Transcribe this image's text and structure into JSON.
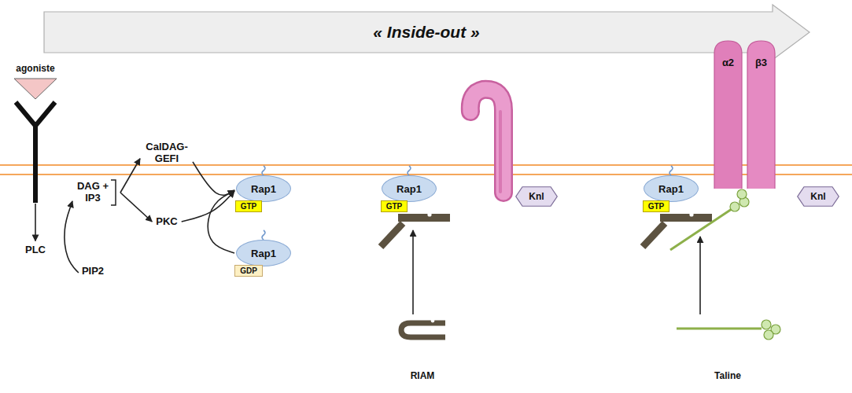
{
  "diagram": {
    "nodes": [
      {
        "text": [
          "« Inside-out »"
        ]
      },
      {
        "text": [
          "agoniste"
        ]
      },
      {
        "text": [
          "PLC"
        ]
      },
      {
        "text": [
          "DAG + IP3"
        ]
      },
      {
        "text": [
          "PIP2"
        ]
      },
      {
        "text": [
          "CalDAG-GEFI"
        ]
      },
      {
        "text": [
          "PKC"
        ]
      },
      {
        "text": [
          "Rap1"
        ]
      },
      {
        "text": [
          "GTP"
        ],
        "in": 7
      },
      {
        "text": [
          "Rap1"
        ]
      },
      {
        "text": [
          "GDP"
        ],
        "in": 9
      },
      {
        "text": [
          "Rap1"
        ]
      },
      {
        "text": [
          "GTP"
        ],
        "in": 11
      },
      {
        "text": [
          "Knl"
        ]
      },
      {
        "text": [
          "Rap1"
        ]
      },
      {
        "text": [
          "GTP"
        ],
        "in": 14
      },
      {
        "text": [
          "α2",
          "β3"
        ]
      },
      {
        "text": [
          "Knl"
        ]
      }
    ],
    "edges": [
      {
        "from": 1,
        "to": 2,
        "arrow": "to"
      },
      {
        "from": 4,
        "to": 3,
        "arrow": "to"
      },
      {
        "from": 3,
        "to": 5,
        "arrow": "to"
      },
      {
        "from": 3,
        "to": 6,
        "arrow": "to"
      },
      {
        "from": 5,
        "to": 7,
        "arrow": "to"
      },
      {
        "from": 6,
        "to": 7,
        "arrow": "to"
      },
      {
        "from": 9,
        "to": 7,
        "arrow": "to"
      }
    ],
    "labels": [
      "RIAM",
      "Taline"
    ]
  }
}
